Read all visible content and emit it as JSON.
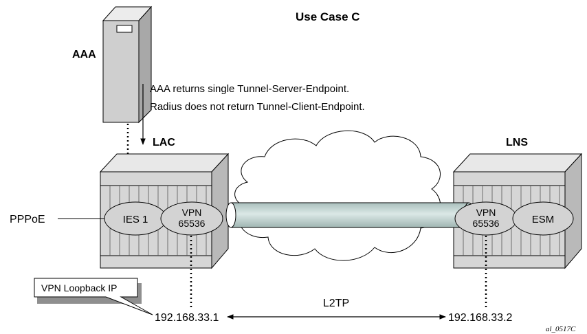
{
  "title": "Use Case C",
  "aaa": {
    "label": "AAA",
    "note_line1": "AAA returns single Tunnel-Server-Endpoint.",
    "note_line2": "Radius does not return Tunnel-Client-Endpoint."
  },
  "lac": {
    "label": "LAC",
    "ies_label": "IES 1",
    "vpn_label_line1": "VPN",
    "vpn_label_line2": "65536",
    "ip": "192.168.33.1"
  },
  "lns": {
    "label": "LNS",
    "vpn_label_line1": "VPN",
    "vpn_label_line2": "65536",
    "esm_label": "ESM",
    "ip": "192.168.33.2"
  },
  "pppoe_label": "PPPoE",
  "callout_label": "VPN Loopback IP",
  "l2tp_label": "L2TP",
  "figure_id": "al_0517C",
  "colors": {
    "device_front": "#d6d6d6",
    "device_side": "#b9b9b9",
    "device_top": "#e8e8e8",
    "ellipse_fill": "#d3d3d3",
    "tunnel_fill": "#c5d6d4",
    "cloud_fill": "#ffffff",
    "stroke": "#000000"
  }
}
